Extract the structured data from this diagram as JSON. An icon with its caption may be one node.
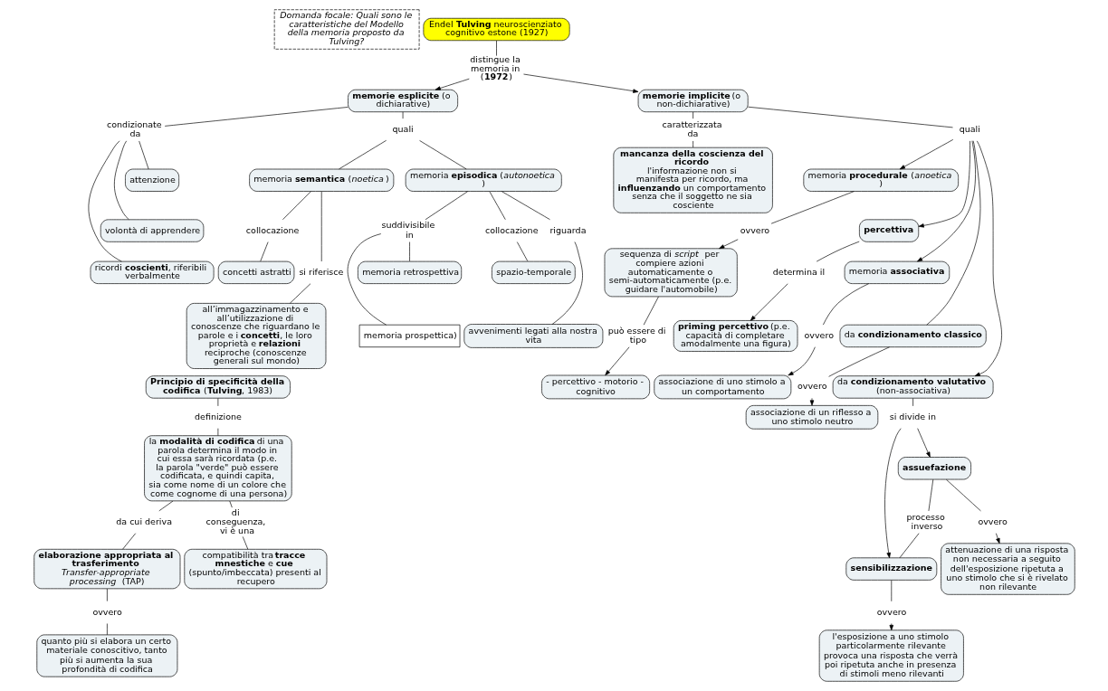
{
  "diagram": {
    "nodes": [
      {
        "text": [
          "Domanda focale: Quali sono le caratteristiche del Modello della memoria proposto da Tulving?"
        ]
      },
      {
        "text": [
          "Endel **Tulving** neuroscienziato cognitivo estone (1927)"
        ]
      },
      {
        "text": [
          "distingue la memoria in (**1972**)"
        ]
      },
      {
        "text": [
          "**memorie esplicite** (o dichiarative)"
        ]
      },
      {
        "text": [
          "**memorie implicite** (o non-dichiarative)"
        ]
      },
      {
        "text": [
          "condizionate da"
        ]
      },
      {
        "text": [
          "attenzione"
        ]
      },
      {
        "text": [
          "volontà di apprendere"
        ]
      },
      {
        "text": [
          "ricordi **coscienti**, riferibili verbalmente"
        ]
      },
      {
        "text": [
          "quali"
        ]
      },
      {
        "text": [
          "memoria **episodica** (*autonoetica* )"
        ]
      },
      {
        "text": [
          "memoria **semantica** (*noetica* )"
        ]
      },
      {
        "text": [
          "suddivisibile in"
        ]
      },
      {
        "text": [
          "memoria retrospettiva"
        ]
      },
      {
        "text": [
          "memoria prospettica)"
        ]
      },
      {
        "text": [
          "collocazione"
        ]
      },
      {
        "text": [
          "spazio-temporale"
        ]
      },
      {
        "text": [
          "riguarda"
        ]
      },
      {
        "text": [
          "avvenimenti legati alla nostra vita"
        ]
      },
      {
        "text": [
          "collocazione"
        ]
      },
      {
        "text": [
          "concetti astratti"
        ]
      },
      {
        "text": [
          "si riferisce"
        ]
      },
      {
        "text": [
          "all’immagazzinamento e all’utilizzazione di conoscenze che riguardano le parole e i **concetti**, le loro proprietà e **relazioni** reciproche (conoscenze generali sul mondo)"
        ]
      },
      {
        "text": [
          "caratterizzata da"
        ]
      },
      {
        "text": [
          "mancanza della coscienza del ricordo",
          "l'informazione non si manifesta per ricordo, ma **influenzando** un comportamento senza che il soggetto ne sia cosciente"
        ]
      },
      {
        "text": [
          "quali"
        ]
      },
      {
        "text": [
          "memoria **procedurale** (*anoetica* )"
        ]
      },
      {
        "text": [
          "ovvero"
        ]
      },
      {
        "text": [
          "sequenza di *script*  per compiere azioni automaticamente o semi-automaticamente (p.e. guidare l'automobile)"
        ]
      },
      {
        "text": [
          "può essere di tipo"
        ]
      },
      {
        "text": [
          "- percettivo - motorio - cognitivo"
        ]
      },
      {
        "text": [
          "percettiva"
        ]
      },
      {
        "text": [
          "determina il"
        ]
      },
      {
        "text": [
          "**priming percettivo** (p.e. capacità di completare amodalmente una figura)"
        ]
      },
      {
        "text": [
          "memoria **associativa**"
        ]
      },
      {
        "text": [
          "ovvero"
        ]
      },
      {
        "text": [
          "associazione di uno stimolo a un comportamento"
        ]
      },
      {
        "text": [
          "da **condizionamento classico**"
        ]
      },
      {
        "text": [
          "ovvero"
        ]
      },
      {
        "text": [
          "associazione di un riflesso a uno stimolo neutro"
        ]
      },
      {
        "text": [
          "da **condizionamento valutativo** (non-associativa)"
        ]
      },
      {
        "text": [
          "si divide in"
        ]
      },
      {
        "text": [
          "assuefazione"
        ]
      },
      {
        "text": [
          "sensibilizzazione"
        ]
      },
      {
        "text": [
          "processo inverso"
        ]
      },
      {
        "text": [
          "ovvero"
        ]
      },
      {
        "text": [
          "attenuazione di una risposta non necessaria a seguito dell'esposizione ripetuta a uno stimolo che si è rivelato non rilevante"
        ]
      },
      {
        "text": [
          "ovvero"
        ]
      },
      {
        "text": [
          "l'esposizione a uno stimolo particolarmente rilevante provoca una risposta che verrà poi ripetuta anche in presenza di stimoli meno rilevanti"
        ]
      },
      {
        "text": [
          "**Principio di specificità della codifica** (**Tulving**, 1983)"
        ]
      },
      {
        "text": [
          "definizione"
        ]
      },
      {
        "text": [
          "la **modalità di codifica** di una parola determina il modo in cui essa sarà ricordata (p.e. la parola \"verde\" può essere codificata, e quindi capita, sia come nome di un colore che come cognome di una persona)"
        ]
      },
      {
        "text": [
          "da cui deriva"
        ]
      },
      {
        "text": [
          "**elaborazione appropriata al trasferimento** *Transfer-appropriate processing*  (TAP)"
        ]
      },
      {
        "text": [
          "ovvero"
        ]
      },
      {
        "text": [
          "quanto più si elabora un certo materiale conoscitivo, tanto più si aumenta la sua profondità di codifica"
        ]
      },
      {
        "text": [
          "di conseguenza, vi è una"
        ]
      },
      {
        "text": [
          "compatibilità tra **tracce mnestiche** e **cue** (spunto/imbeccata) presenti al recupero"
        ]
      }
    ],
    "edges": [
      {
        "from": 1,
        "to": 2,
        "arrow": "none"
      },
      {
        "from": 2,
        "to": 3,
        "arrow": "to"
      },
      {
        "from": 2,
        "to": 4,
        "arrow": "to"
      },
      {
        "from": 3,
        "to": 5,
        "arrow": "none"
      },
      {
        "from": 5,
        "to": 6,
        "arrow": "none"
      },
      {
        "from": 5,
        "to": 7,
        "arrow": "none"
      },
      {
        "from": 5,
        "to": 8,
        "arrow": "none"
      },
      {
        "from": 3,
        "to": 9,
        "arrow": "none"
      },
      {
        "from": 9,
        "to": 10,
        "arrow": "none"
      },
      {
        "from": 9,
        "to": 11,
        "arrow": "none"
      },
      {
        "from": 10,
        "to": 12,
        "arrow": "none"
      },
      {
        "from": 12,
        "to": 13,
        "arrow": "none"
      },
      {
        "from": 12,
        "to": 14,
        "arrow": "none"
      },
      {
        "from": 10,
        "to": 15,
        "arrow": "none"
      },
      {
        "from": 15,
        "to": 16,
        "arrow": "none"
      },
      {
        "from": 10,
        "to": 17,
        "arrow": "none"
      },
      {
        "from": 17,
        "to": 18,
        "arrow": "none"
      },
      {
        "from": 11,
        "to": 19,
        "arrow": "none"
      },
      {
        "from": 19,
        "to": 20,
        "arrow": "none"
      },
      {
        "from": 11,
        "to": 21,
        "arrow": "none"
      },
      {
        "from": 21,
        "to": 22,
        "arrow": "none"
      },
      {
        "from": 4,
        "to": 23,
        "arrow": "none"
      },
      {
        "from": 23,
        "to": 24,
        "arrow": "none"
      },
      {
        "from": 4,
        "to": 25,
        "arrow": "none"
      },
      {
        "from": 25,
        "to": 26,
        "arrow": "to"
      },
      {
        "from": 25,
        "to": 31,
        "arrow": "to"
      },
      {
        "from": 25,
        "to": 34,
        "arrow": "to"
      },
      {
        "from": 25,
        "to": 37,
        "arrow": "none"
      },
      {
        "from": 25,
        "to": 40,
        "arrow": "to"
      },
      {
        "from": 26,
        "to": 27,
        "arrow": "none"
      },
      {
        "from": 27,
        "to": 28,
        "arrow": "to"
      },
      {
        "from": 28,
        "to": 29,
        "arrow": "none"
      },
      {
        "from": 29,
        "to": 30,
        "arrow": "to"
      },
      {
        "from": 31,
        "to": 32,
        "arrow": "none"
      },
      {
        "from": 32,
        "to": 33,
        "arrow": "to"
      },
      {
        "from": 34,
        "to": 35,
        "arrow": "none"
      },
      {
        "from": 35,
        "to": 36,
        "arrow": "to"
      },
      {
        "from": 37,
        "to": 38,
        "arrow": "none"
      },
      {
        "from": 38,
        "to": 39,
        "arrow": "to"
      },
      {
        "from": 40,
        "to": 41,
        "arrow": "none"
      },
      {
        "from": 41,
        "to": 42,
        "arrow": "to"
      },
      {
        "from": 41,
        "to": 43,
        "arrow": "to"
      },
      {
        "from": 42,
        "to": 44,
        "arrow": "none"
      },
      {
        "from": 44,
        "to": 43,
        "arrow": "none"
      },
      {
        "from": 42,
        "to": 45,
        "arrow": "none"
      },
      {
        "from": 45,
        "to": 46,
        "arrow": "to"
      },
      {
        "from": 43,
        "to": 47,
        "arrow": "none"
      },
      {
        "from": 47,
        "to": 48,
        "arrow": "to"
      },
      {
        "from": 49,
        "to": 50,
        "arrow": "none"
      },
      {
        "from": 50,
        "to": 51,
        "arrow": "none"
      },
      {
        "from": 51,
        "to": 52,
        "arrow": "none"
      },
      {
        "from": 52,
        "to": 53,
        "arrow": "none"
      },
      {
        "from": 53,
        "to": 54,
        "arrow": "none"
      },
      {
        "from": 54,
        "to": 55,
        "arrow": "none"
      },
      {
        "from": 51,
        "to": 56,
        "arrow": "none"
      },
      {
        "from": 56,
        "to": 57,
        "arrow": "none"
      }
    ]
  }
}
